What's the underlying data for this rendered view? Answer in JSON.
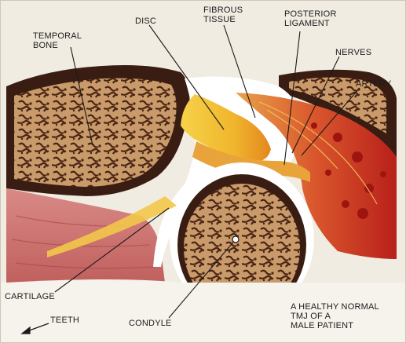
{
  "labels": {
    "temporal_bone": [
      "TEMPORAL",
      "BONE"
    ],
    "disc": "DISC",
    "fibrous_tissue": [
      "FIBROUS",
      "TISSUE"
    ],
    "posterior_ligament": [
      "POSTERIOR",
      "LIGAMENT"
    ],
    "nerves": "NERVES",
    "artery": "ARTERY",
    "cartilage": "CARTILAGE",
    "teeth": "TEETH",
    "condyle": "CONDYLE"
  },
  "caption": [
    "A HEALTHY NORMAL",
    "TMJ OF A",
    "MALE PATIENT"
  ],
  "colors": {
    "background": "#f1ece2",
    "bone_dark": "#3a1d12",
    "bone_tan": "#c99a6a",
    "disc_yellow": "#f3c23a",
    "disc_orange": "#e07a1e",
    "tissue_red": "#b8201a",
    "muscle_pink": "#d47a78",
    "joint_space": "#ffffff"
  }
}
